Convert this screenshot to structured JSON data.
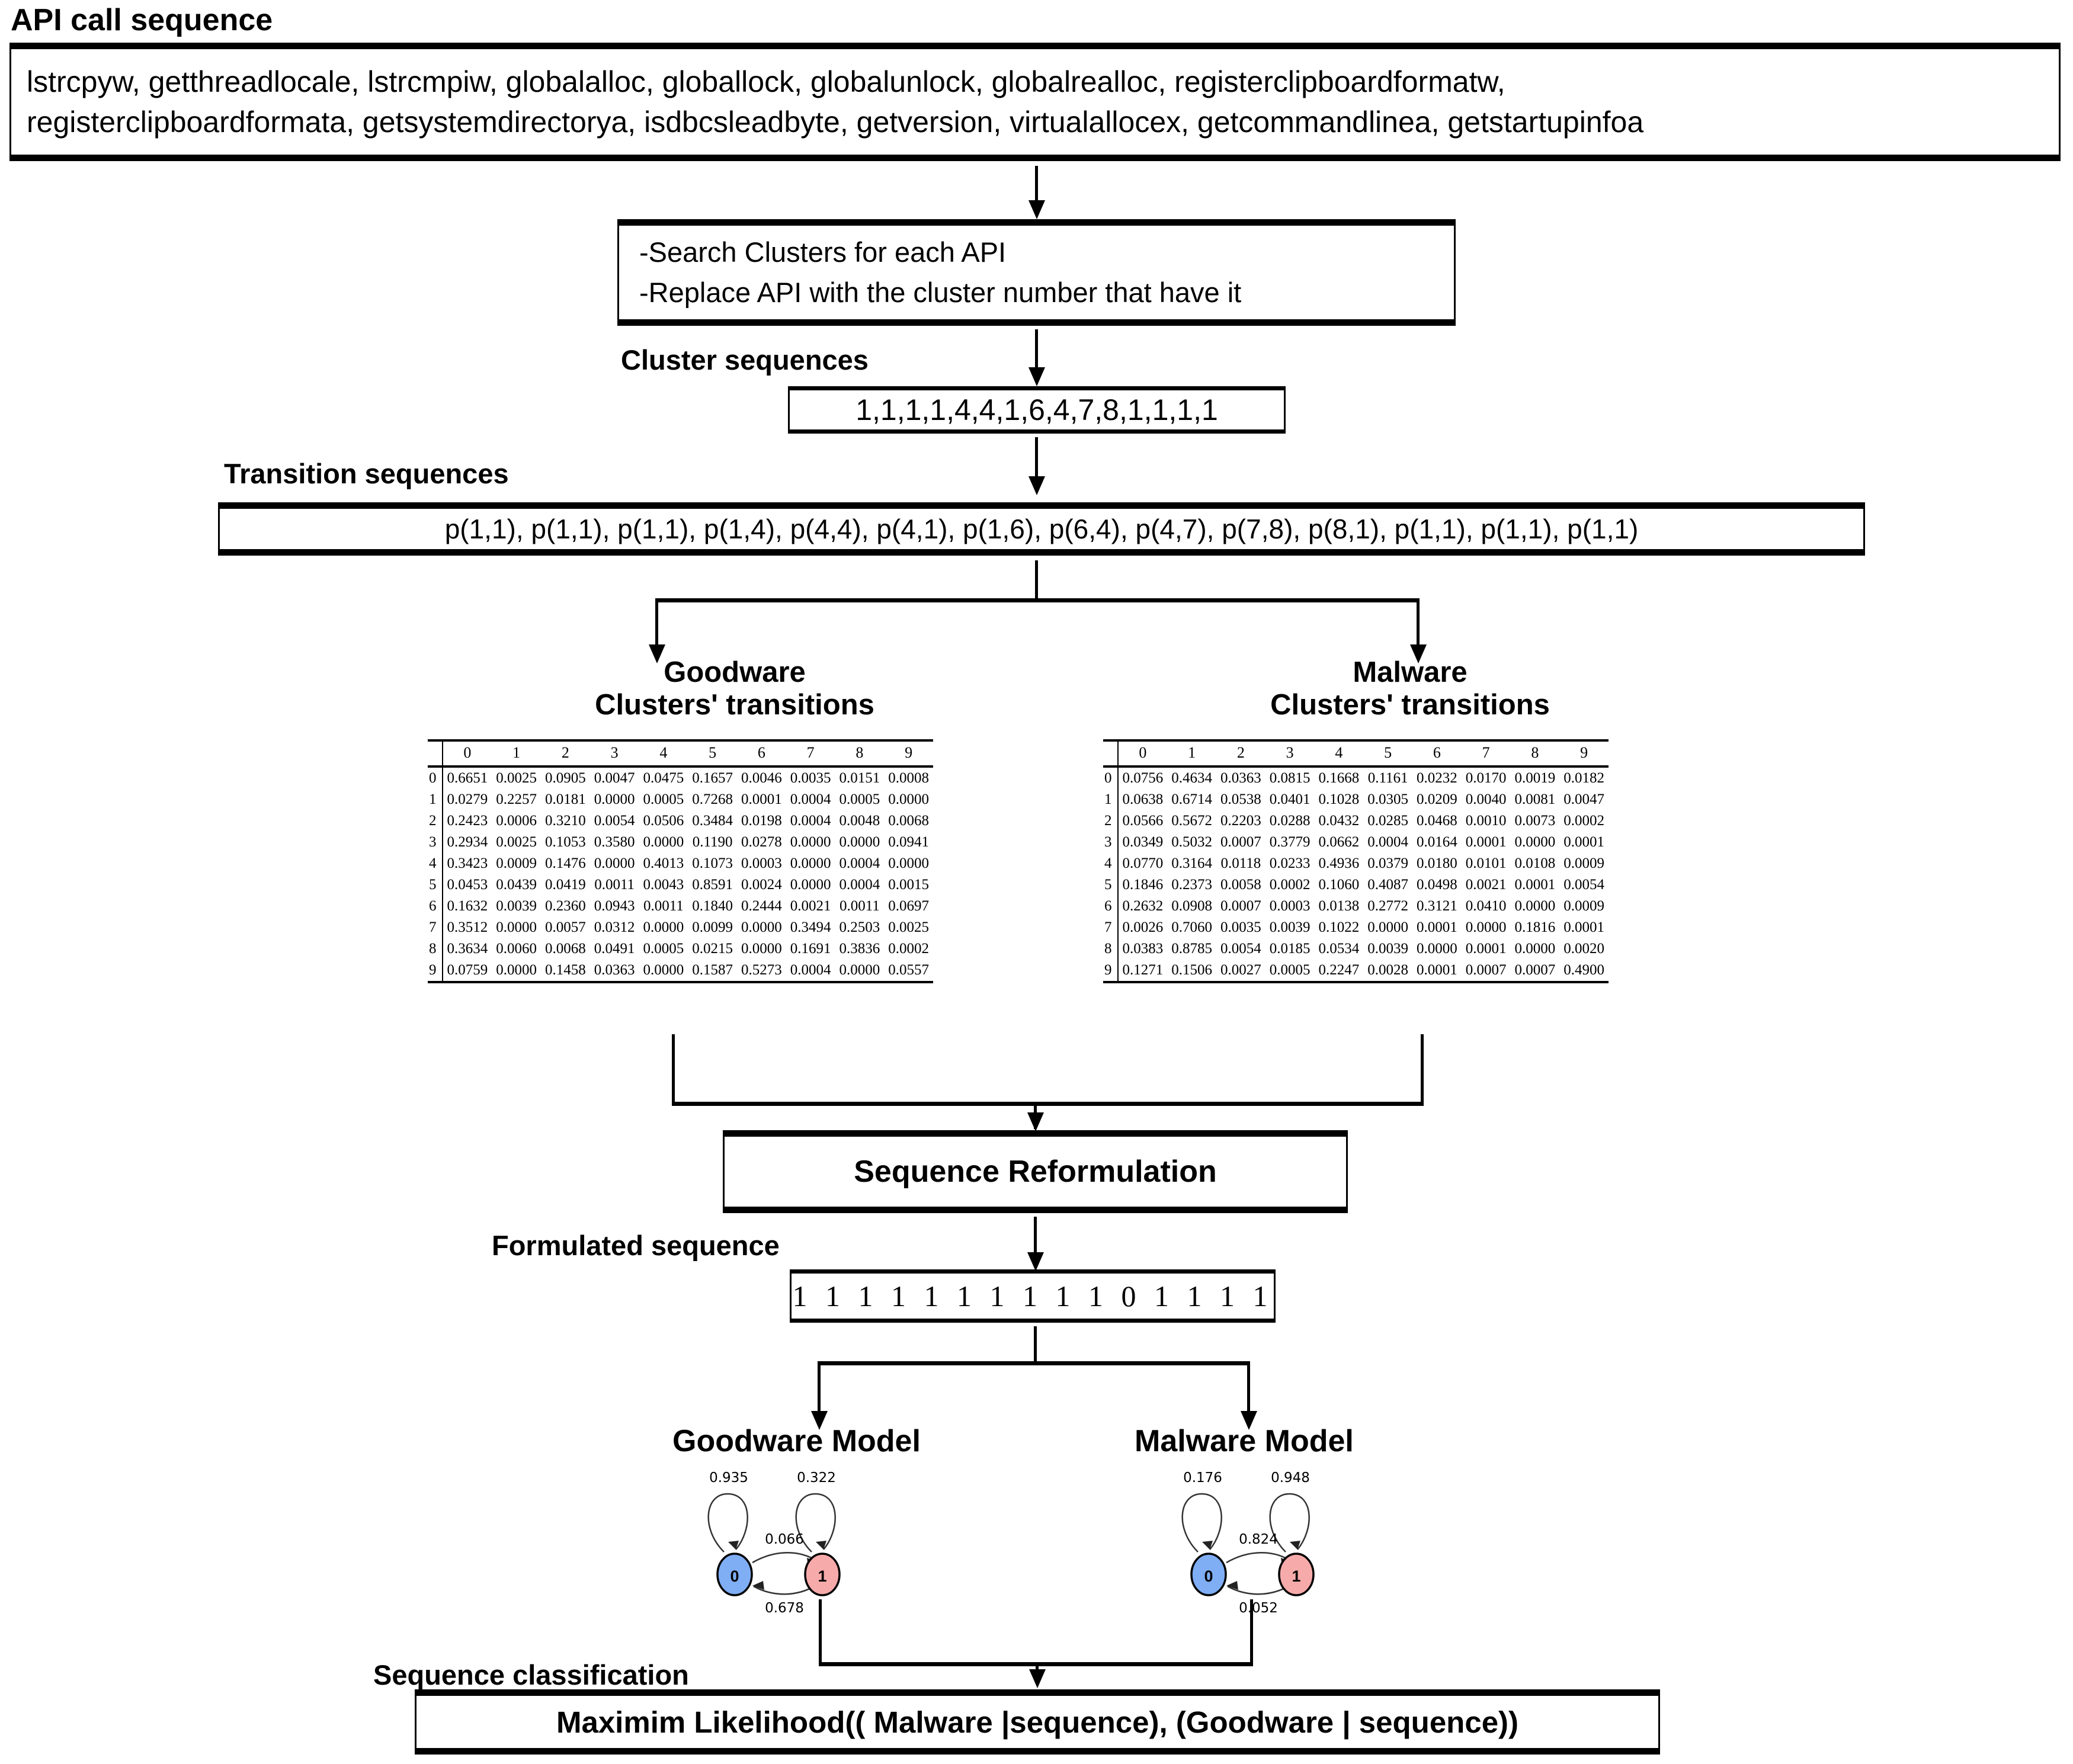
{
  "api_sequence": {
    "title": "API call sequence",
    "line1": "lstrcpyw, getthreadlocale, lstrcmpiw, globalalloc, globallock, globalunlock, globalrealloc, registerclipboardformatw,",
    "line2": "registerclipboardformata, getsystemdirectorya, isdbcsleadbyte, getversion, virtualallocex, getcommandlinea, getstartupinfoa"
  },
  "process": {
    "line1": "-Search Clusters for each API",
    "line2": "-Replace API with the cluster number that have it"
  },
  "cluster_sequences": {
    "label": "Cluster sequences",
    "value": "1,1,1,1,4,4,1,6,4,7,8,1,1,1,1"
  },
  "transition_sequences": {
    "label": "Transition sequences",
    "value": "p(1,1), p(1,1), p(1,1), p(1,4), p(4,4), p(4,1), p(1,6), p(6,4), p(4,7), p(7,8), p(8,1), p(1,1), p(1,1), p(1,1)"
  },
  "matrices": {
    "goodware": {
      "title_line1": "Goodware",
      "title_line2": "Clusters' transitions",
      "columns": [
        "0",
        "1",
        "2",
        "3",
        "4",
        "5",
        "6",
        "7",
        "8",
        "9"
      ],
      "rows": [
        "0",
        "1",
        "2",
        "3",
        "4",
        "5",
        "6",
        "7",
        "8",
        "9"
      ],
      "values": [
        [
          "0.6651",
          "0.0025",
          "0.0905",
          "0.0047",
          "0.0475",
          "0.1657",
          "0.0046",
          "0.0035",
          "0.0151",
          "0.0008"
        ],
        [
          "0.0279",
          "0.2257",
          "0.0181",
          "0.0000",
          "0.0005",
          "0.7268",
          "0.0001",
          "0.0004",
          "0.0005",
          "0.0000"
        ],
        [
          "0.2423",
          "0.0006",
          "0.3210",
          "0.0054",
          "0.0506",
          "0.3484",
          "0.0198",
          "0.0004",
          "0.0048",
          "0.0068"
        ],
        [
          "0.2934",
          "0.0025",
          "0.1053",
          "0.3580",
          "0.0000",
          "0.1190",
          "0.0278",
          "0.0000",
          "0.0000",
          "0.0941"
        ],
        [
          "0.3423",
          "0.0009",
          "0.1476",
          "0.0000",
          "0.4013",
          "0.1073",
          "0.0003",
          "0.0000",
          "0.0004",
          "0.0000"
        ],
        [
          "0.0453",
          "0.0439",
          "0.0419",
          "0.0011",
          "0.0043",
          "0.8591",
          "0.0024",
          "0.0000",
          "0.0004",
          "0.0015"
        ],
        [
          "0.1632",
          "0.0039",
          "0.2360",
          "0.0943",
          "0.0011",
          "0.1840",
          "0.2444",
          "0.0021",
          "0.0011",
          "0.0697"
        ],
        [
          "0.3512",
          "0.0000",
          "0.0057",
          "0.0312",
          "0.0000",
          "0.0099",
          "0.0000",
          "0.3494",
          "0.2503",
          "0.0025"
        ],
        [
          "0.3634",
          "0.0060",
          "0.0068",
          "0.0491",
          "0.0005",
          "0.0215",
          "0.0000",
          "0.1691",
          "0.3836",
          "0.0002"
        ],
        [
          "0.0759",
          "0.0000",
          "0.1458",
          "0.0363",
          "0.0000",
          "0.1587",
          "0.5273",
          "0.0004",
          "0.0000",
          "0.0557"
        ]
      ]
    },
    "malware": {
      "title_line1": "Malware",
      "title_line2": "Clusters' transitions",
      "columns": [
        "0",
        "1",
        "2",
        "3",
        "4",
        "5",
        "6",
        "7",
        "8",
        "9"
      ],
      "rows": [
        "0",
        "1",
        "2",
        "3",
        "4",
        "5",
        "6",
        "7",
        "8",
        "9"
      ],
      "values": [
        [
          "0.0756",
          "0.4634",
          "0.0363",
          "0.0815",
          "0.1668",
          "0.1161",
          "0.0232",
          "0.0170",
          "0.0019",
          "0.0182"
        ],
        [
          "0.0638",
          "0.6714",
          "0.0538",
          "0.0401",
          "0.1028",
          "0.0305",
          "0.0209",
          "0.0040",
          "0.0081",
          "0.0047"
        ],
        [
          "0.0566",
          "0.5672",
          "0.2203",
          "0.0288",
          "0.0432",
          "0.0285",
          "0.0468",
          "0.0010",
          "0.0073",
          "0.0002"
        ],
        [
          "0.0349",
          "0.5032",
          "0.0007",
          "0.3779",
          "0.0662",
          "0.0004",
          "0.0164",
          "0.0001",
          "0.0000",
          "0.0001"
        ],
        [
          "0.0770",
          "0.3164",
          "0.0118",
          "0.0233",
          "0.4936",
          "0.0379",
          "0.0180",
          "0.0101",
          "0.0108",
          "0.0009"
        ],
        [
          "0.1846",
          "0.2373",
          "0.0058",
          "0.0002",
          "0.1060",
          "0.4087",
          "0.0498",
          "0.0021",
          "0.0001",
          "0.0054"
        ],
        [
          "0.2632",
          "0.0908",
          "0.0007",
          "0.0003",
          "0.0138",
          "0.2772",
          "0.3121",
          "0.0410",
          "0.0000",
          "0.0009"
        ],
        [
          "0.0026",
          "0.7060",
          "0.0035",
          "0.0039",
          "0.1022",
          "0.0000",
          "0.0001",
          "0.0000",
          "0.1816",
          "0.0001"
        ],
        [
          "0.0383",
          "0.8785",
          "0.0054",
          "0.0185",
          "0.0534",
          "0.0039",
          "0.0000",
          "0.0001",
          "0.0000",
          "0.0020"
        ],
        [
          "0.1271",
          "0.1506",
          "0.0027",
          "0.0005",
          "0.2247",
          "0.0028",
          "0.0001",
          "0.0007",
          "0.0007",
          "0.4900"
        ]
      ]
    }
  },
  "reformulation": {
    "label": "Sequence Reformulation"
  },
  "formulated_sequence": {
    "label": "Formulated sequence",
    "value": "1 1 1 1 1 1 1 1 1 1 0 1 1 1 1"
  },
  "models": {
    "goodware": {
      "title": "Goodware Model",
      "state0": "0",
      "state1": "1",
      "self0": "0.935",
      "self1": "0.322",
      "zero_to_one": "0.066",
      "one_to_zero": "0.678"
    },
    "malware": {
      "title": "Malware Model",
      "state0": "0",
      "state1": "1",
      "self0": "0.176",
      "self1": "0.948",
      "zero_to_one": "0.824",
      "one_to_zero": "0.052"
    },
    "colors": {
      "state0_fill": "#7FAEF5",
      "state1_fill": "#F7AAAA"
    }
  },
  "classification": {
    "label": "Sequence classification",
    "value": "Maximim Likelihood(( Malware |sequence), (Goodware | sequence))"
  }
}
